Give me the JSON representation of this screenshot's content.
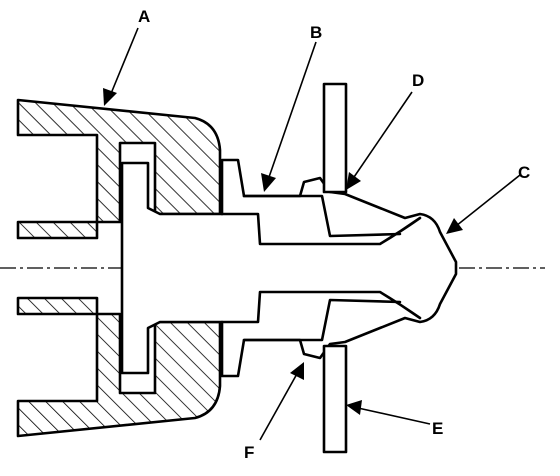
{
  "diagram": {
    "labels": {
      "a": "A",
      "b": "B",
      "c": "C",
      "d": "D",
      "e": "E",
      "f": "F"
    }
  }
}
